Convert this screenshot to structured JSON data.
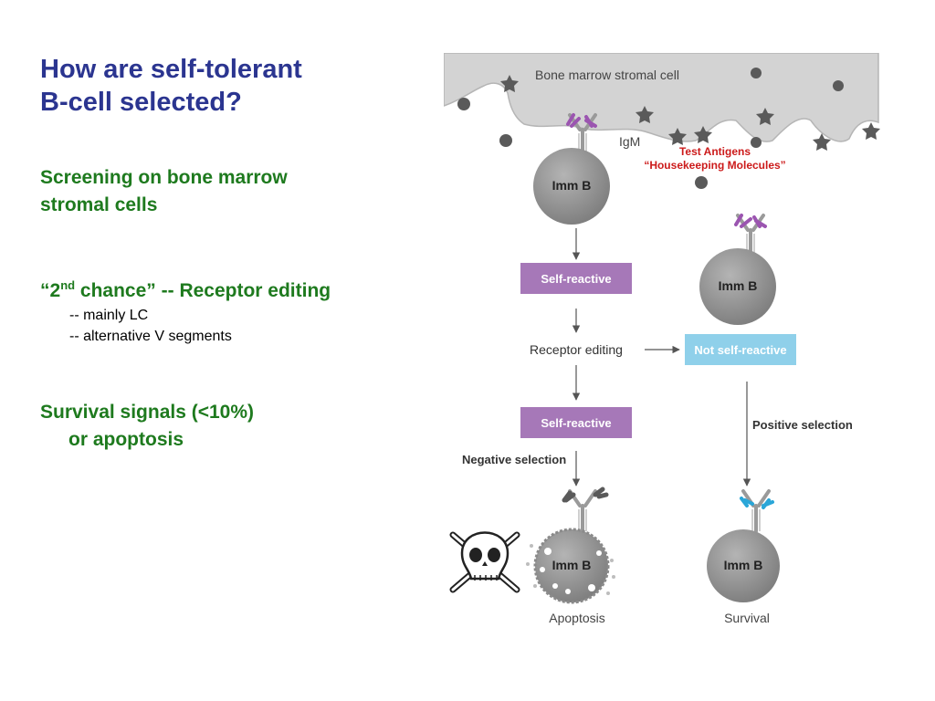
{
  "slide": {
    "title_line1": "How are self-tolerant",
    "title_line2": "B-cell selected?",
    "screening_line1": "Screening on bone marrow",
    "screening_line2": "stromal cells",
    "second_chance_quote_open": "“2",
    "second_chance_sup": "nd",
    "second_chance_rest": " chance” -- Receptor editing",
    "bullet_lc": "-- mainly LC",
    "bullet_v": "-- alternative V segments",
    "survival_line1": "Survival signals (<10%)",
    "survival_line2": "or apoptosis"
  },
  "diagram": {
    "stromal_cell_label": "Bone marrow stromal cell",
    "igm_label": "IgM",
    "test_antigens_line1": "Test Antigens",
    "test_antigens_line2": "“Housekeeping Molecules”",
    "cell_label": "Imm B",
    "self_reactive_1": "Self-reactive",
    "receptor_editing": "Receptor editing",
    "not_self_reactive": "Not self-reactive",
    "self_reactive_2": "Self-reactive",
    "negative_selection": "Negative selection",
    "positive_selection": "Positive selection",
    "apoptosis": "Apoptosis",
    "survival": "Survival",
    "colors": {
      "title": "#2b3590",
      "heading": "#1e7a1e",
      "self_reactive_box": "#a678b8",
      "not_self_reactive_box": "#8fd0ea",
      "test_antigens_text": "#cc1a1a",
      "cell_gray": "#8a8a8a",
      "stroma_gray": "#d0d0d0",
      "antigen_bound": "#9b55b0",
      "antigen_free": "#2aa6d8"
    }
  }
}
